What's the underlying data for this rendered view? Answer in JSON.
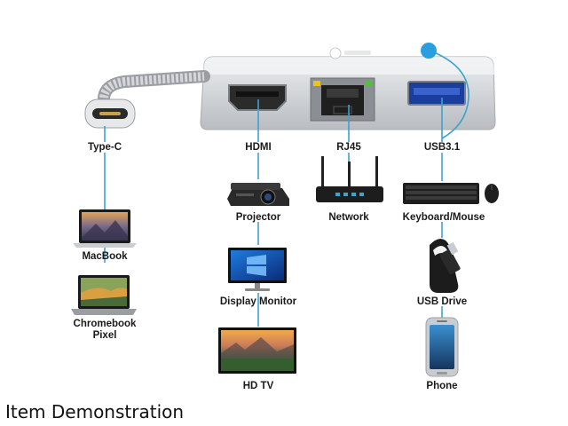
{
  "labels": {
    "typec": "Type-C",
    "hdmi": "HDMI",
    "rj45": "RJ45",
    "usb": "USB3.1",
    "projector": "Projector",
    "network": "Network",
    "keyboard": "Keyboard/Mouse",
    "macbook": "MacBook",
    "display": "Display Monitor",
    "usbdrive": "USB Drive",
    "chromebook1": "Chromebook",
    "chromebook2": "Pixel",
    "hdtv": "HD TV",
    "phone": "Phone"
  },
  "caption": "Item Demonstration",
  "colors": {
    "connector_line": "#3ba3d0",
    "hub_body": "#d4d6d9",
    "dot": "#2a9fe0"
  }
}
